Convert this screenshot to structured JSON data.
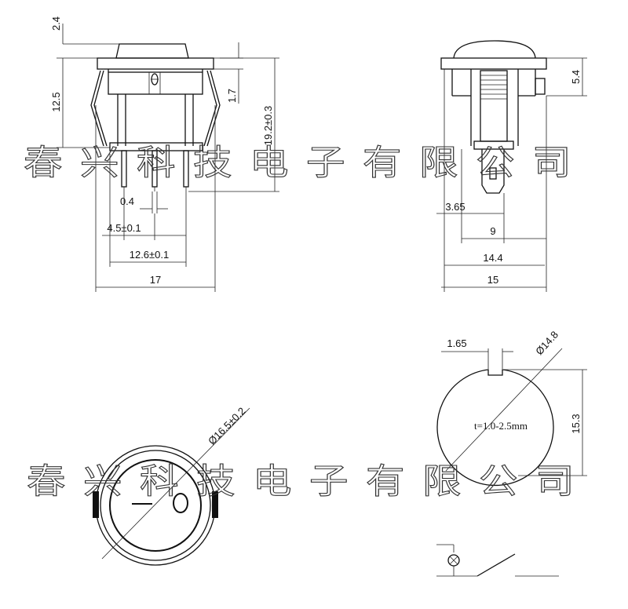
{
  "dimensions": {
    "top_height": "2.4",
    "body_height": "12.5",
    "flange_height": "1.7",
    "total_height": "19.2±0.3",
    "pin_width": "0.4",
    "pin_pitch": "4.5±0.1",
    "outer_pitch": "12.6±0.1",
    "flange_width": "17",
    "side_flange": "5.4",
    "terminal_offset": "3.65",
    "terminal_span": "9",
    "body_width_side": "14.4",
    "total_width_side": "15",
    "cutout_key": "1.65",
    "cutout_diameter": "Ø14.8",
    "cutout_height": "15.3",
    "panel_thickness": "t=1.0-2.5mm",
    "bezel_diameter": "Ø16.5±0.2"
  },
  "markings": {
    "rocker_top_symbol": "O",
    "off_symbol": "O"
  },
  "watermark": {
    "text_top": "春兴科技电子有限公司",
    "text_bottom": "春兴科技电子有限公司"
  }
}
